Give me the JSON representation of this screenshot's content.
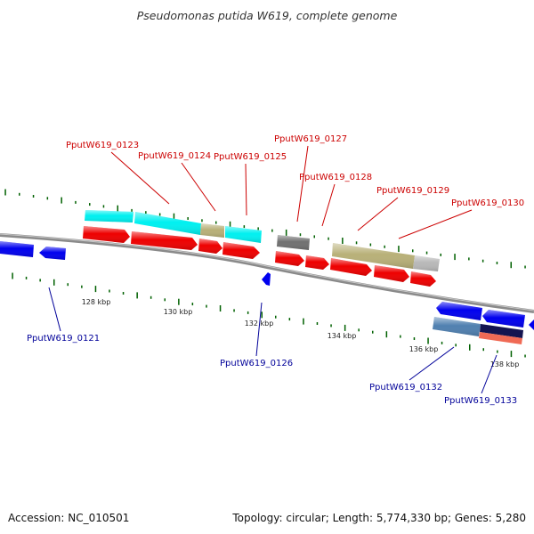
{
  "map": {
    "title": "Pseudomonas putida W619, complete genome",
    "footer": {
      "accession": "Accession: NC_010501",
      "summary": "Topology: circular; Length: 5,774,330 bp; Genes: 5,280"
    },
    "scale_labels": [
      "128 kbp",
      "130 kbp",
      "132 kbp",
      "134 kbp",
      "136 kbp",
      "138 kbp"
    ],
    "colors": {
      "forward_label": "#cc0000",
      "reverse_label": "#000099",
      "cds": "#ee0000",
      "reverse_cds": "#0000ee",
      "cyan": "#00f0f0",
      "olive": "#b8b078",
      "dark_gray": "#707070",
      "light_gray": "#b8b8b8",
      "steel": "#5080b0",
      "navy": "#141450",
      "salmon": "#f06a55",
      "backbone": "#8a8a8a",
      "tick": "#006000"
    },
    "loci": [
      {
        "name": "PputW619_0121",
        "strand": "reverse"
      },
      {
        "name": "PputW619_0123",
        "strand": "forward"
      },
      {
        "name": "PputW619_0124",
        "strand": "forward"
      },
      {
        "name": "PputW619_0125",
        "strand": "forward"
      },
      {
        "name": "PputW619_0126",
        "strand": "reverse"
      },
      {
        "name": "PputW619_0127",
        "strand": "forward"
      },
      {
        "name": "PputW619_0128",
        "strand": "forward"
      },
      {
        "name": "PputW619_0129",
        "strand": "forward"
      },
      {
        "name": "PputW619_0130",
        "strand": "forward"
      },
      {
        "name": "PputW619_0132",
        "strand": "reverse"
      },
      {
        "name": "PputW619_0133",
        "strand": "reverse"
      }
    ]
  }
}
